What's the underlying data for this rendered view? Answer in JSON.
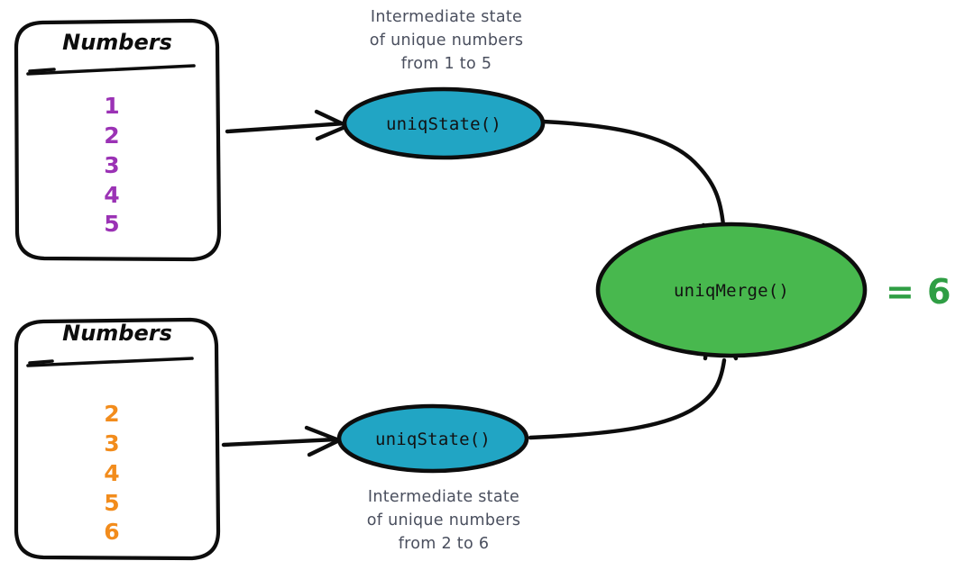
{
  "diagram": {
    "title": "uniqState and uniqMerge aggregate combinator flow",
    "colors": {
      "teal_node": "#21a5c4",
      "green_node": "#48b84e",
      "purple_numbers": "#9b32b5",
      "orange_numbers": "#f28c1c",
      "annotation_text": "#4a4f5e",
      "result_text": "#2f9e44",
      "stroke": "#0d0d0d",
      "background": "#ffffff"
    },
    "inputs": [
      {
        "id": "input-top",
        "title": "Numbers",
        "color": "#9b32b5",
        "values": [
          "1",
          "2",
          "3",
          "4",
          "5"
        ]
      },
      {
        "id": "input-bottom",
        "title": "Numbers",
        "color": "#f28c1c",
        "values": [
          "2",
          "3",
          "4",
          "5",
          "6"
        ]
      }
    ],
    "state_nodes": [
      {
        "id": "uniq-state-top",
        "label": "uniqState()",
        "fill": "#21a5c4",
        "annotation": {
          "line1": "Intermediate state",
          "line2": "of unique numbers",
          "line3": "from 1 to 5"
        }
      },
      {
        "id": "uniq-state-bottom",
        "label": "uniqState()",
        "fill": "#21a5c4",
        "annotation": {
          "line1": "Intermediate state",
          "line2": "of unique numbers",
          "line3": "from 2 to 6"
        }
      }
    ],
    "merge_node": {
      "id": "uniq-merge",
      "label": "uniqMerge()",
      "fill": "#48b84e"
    },
    "result": {
      "equals": "=",
      "value": "6",
      "full": "=  6"
    }
  }
}
